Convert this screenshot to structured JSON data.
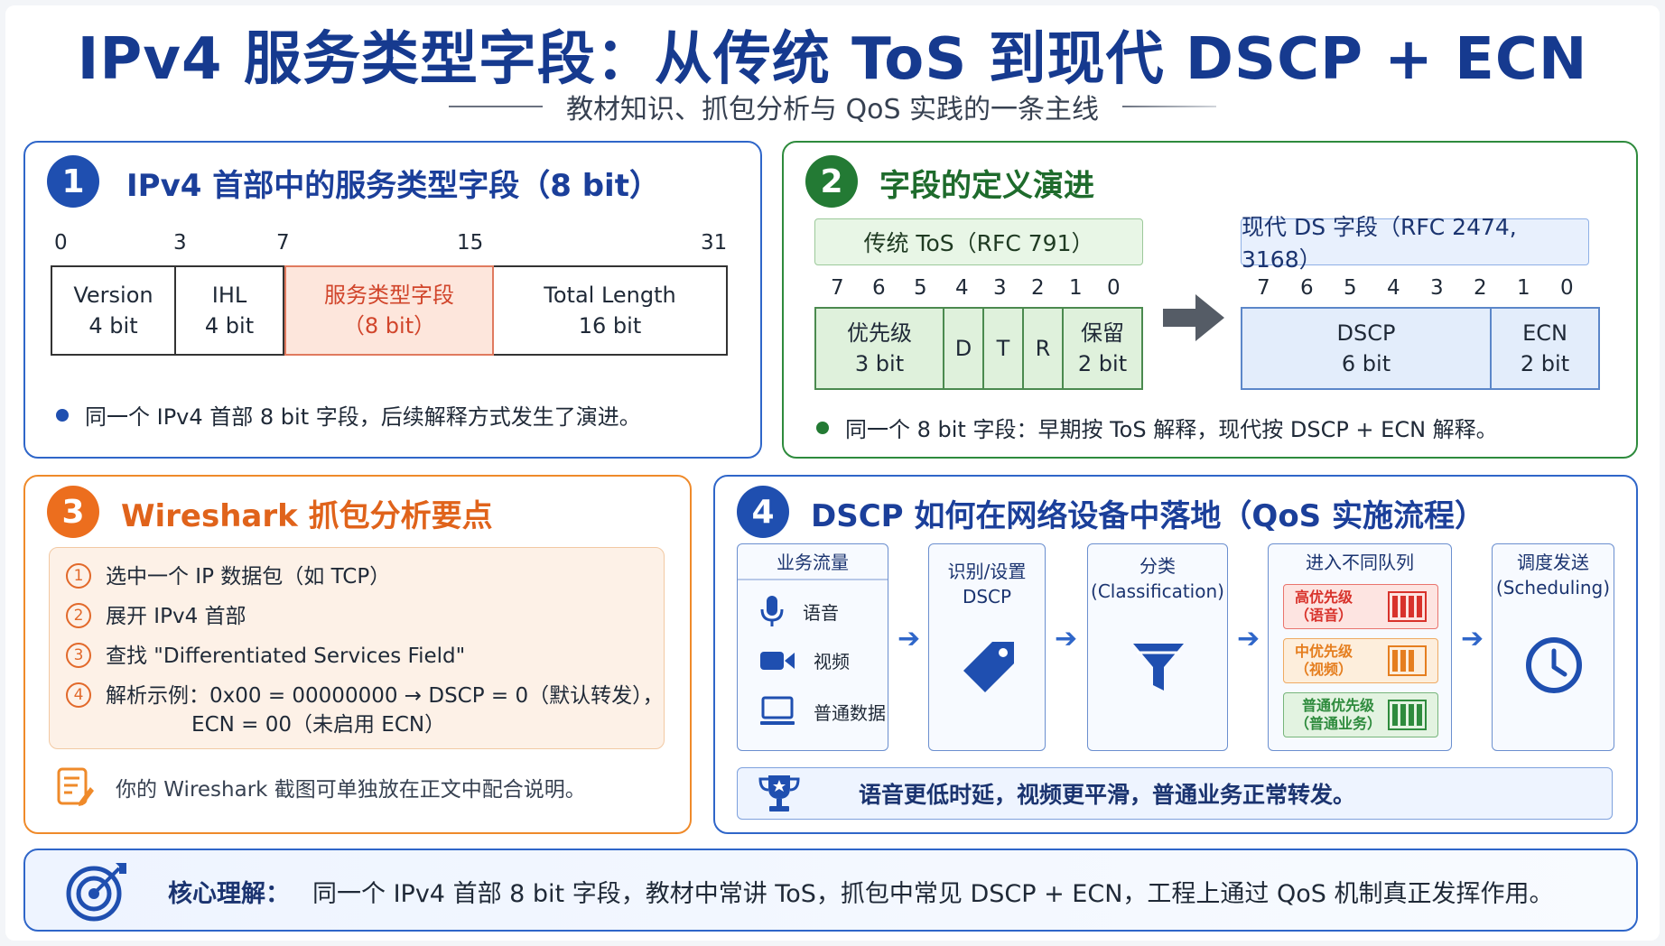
{
  "header": {
    "title": "IPv4 服务类型字段：从传统 ToS 到现代 DSCP + ECN",
    "subtitle": "教材知识、抓包分析与 QoS 实践的一条主线"
  },
  "colors": {
    "blue": "#2f66c9",
    "green": "#2e8b3d",
    "orange": "#ef8a2a",
    "navy": "#163a8f"
  },
  "panel1": {
    "number": "1",
    "title": "IPv4 首部中的服务类型字段（8 bit）",
    "bit_positions": [
      "0",
      "3",
      "7",
      "15",
      "31"
    ],
    "fields": [
      {
        "name": "Version",
        "size": "4 bit"
      },
      {
        "name": "IHL",
        "size": "4 bit"
      },
      {
        "name": "服务类型字段",
        "size": "（8 bit）"
      },
      {
        "name": "Total Length",
        "size": "16 bit"
      }
    ],
    "note": "同一个 IPv4 首部 8 bit 字段，后续解释方式发生了演进。"
  },
  "panel2": {
    "number": "2",
    "title": "字段的定义演进",
    "legacy_label": "传统 ToS（RFC 791）",
    "modern_label": "现代 DS 字段（RFC 2474, 3168）",
    "bit_numbers": [
      "7",
      "6",
      "5",
      "4",
      "3",
      "2",
      "1",
      "0"
    ],
    "legacy_fields": [
      {
        "line1": "优先级",
        "line2": "3 bit"
      },
      {
        "line1": "D",
        "line2": ""
      },
      {
        "line1": "T",
        "line2": ""
      },
      {
        "line1": "R",
        "line2": ""
      },
      {
        "line1": "保留",
        "line2": "2 bit"
      }
    ],
    "modern_fields": [
      {
        "line1": "DSCP",
        "line2": "6 bit"
      },
      {
        "line1": "ECN",
        "line2": "2 bit"
      }
    ],
    "note": "同一个 8 bit 字段：早期按 ToS 解释，现代按 DSCP + ECN 解释。"
  },
  "panel3": {
    "number": "3",
    "title": "Wireshark 抓包分析要点",
    "steps": [
      {
        "num": "1",
        "text": "选中一个 IP 数据包（如 TCP）"
      },
      {
        "num": "2",
        "text": "展开 IPv4 首部"
      },
      {
        "num": "3",
        "text": "查找 \"Differentiated Services Field\""
      },
      {
        "num": "4",
        "text": "解析示例：0x00 = 00000000 → DSCP = 0（默认转发），\n             ECN = 00（未启用 ECN）"
      }
    ],
    "tip": "你的 Wireshark 截图可单独放在正文中配合说明。"
  },
  "panel4": {
    "number": "4",
    "title": "DSCP 如何在网络设备中落地（QoS 实施流程）",
    "stages": {
      "traffic": "业务流量",
      "mark": "识别/设置\nDSCP",
      "classify": "分类\n(Classification)",
      "queue": "进入不同队列",
      "schedule": "调度发送\n(Scheduling)"
    },
    "traffic_items": [
      "语音",
      "视频",
      "普通数据"
    ],
    "queues": [
      {
        "label": "高优先级\n（语音）",
        "color": "#d8322b",
        "bg": "#fde4e1"
      },
      {
        "label": "中优先级\n（视频）",
        "color": "#e57e1f",
        "bg": "#fdeedc"
      },
      {
        "label": "普通优先级\n（普通业务）",
        "color": "#2e8b3d",
        "bg": "#e3f3e1"
      }
    ],
    "result": "语音更低时延，视频更平滑，普通业务正常转发。"
  },
  "core": {
    "label": "核心理解：",
    "text": "同一个 IPv4 首部 8 bit 字段，教材中常讲 ToS，抓包中常见 DSCP + ECN，工程上通过 QoS 机制真正发挥作用。"
  }
}
